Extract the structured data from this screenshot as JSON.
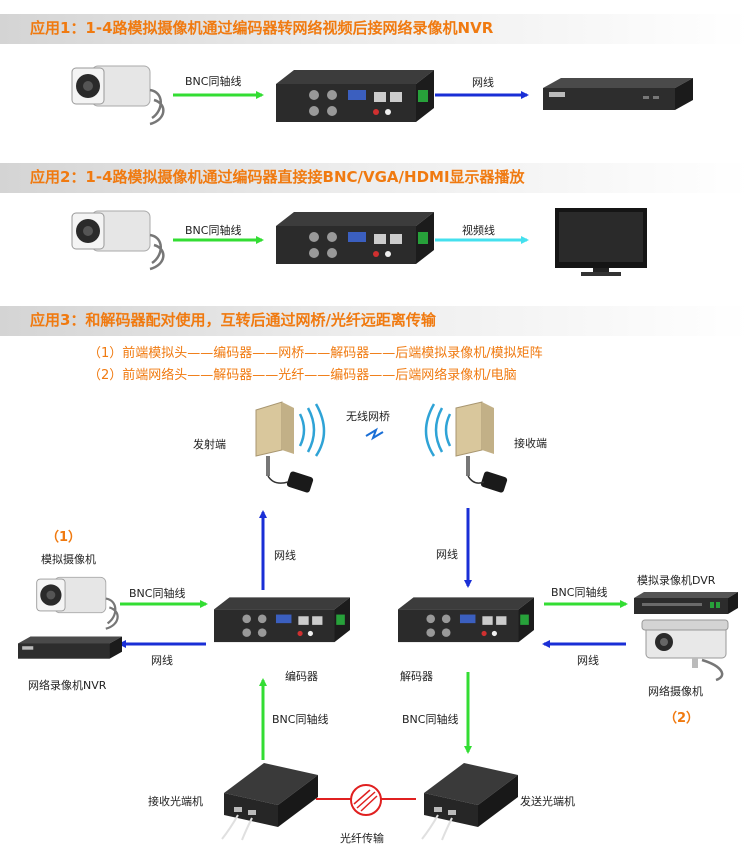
{
  "apps": [
    {
      "title": "应用1：1-4路模拟摄像机通过编码器转网络视频后接网络录像机NVR"
    },
    {
      "title": "应用2：1-4路模拟摄像机通过编码器直接接BNC/VGA/HDMI显示器播放"
    },
    {
      "title": "应用3：和解码器配对使用，互转后通过网桥/光纤远距离传输"
    }
  ],
  "routes": [
    "（1）前端模拟头——编码器——网桥——解码器——后端模拟录像机/模拟矩阵",
    "（2）前端网络头——解码器——光纤——编码器——后端网络录像机/电脑"
  ],
  "labels": {
    "bnc": "BNC同轴线",
    "net": "网线",
    "video": "视频线",
    "wireless": "无线网桥",
    "transmitter": "发射端",
    "receiver": "接收端",
    "marker1": "（1）",
    "marker2": "（2）",
    "analog_cam": "模拟摄像机",
    "nvr": "网络录像机NVR",
    "encoder": "编码器",
    "decoder": "解码器",
    "dvr": "模拟录像机DVR",
    "ipcam": "网络摄像机",
    "rx_optical": "接收光端机",
    "tx_optical": "发送光端机",
    "fiber": "光纤传输"
  },
  "colors": {
    "green": "#33dd33",
    "blue": "#1a2fd6",
    "cyan": "#44e0ee",
    "red": "#e02020",
    "accent": "#f07a10"
  }
}
